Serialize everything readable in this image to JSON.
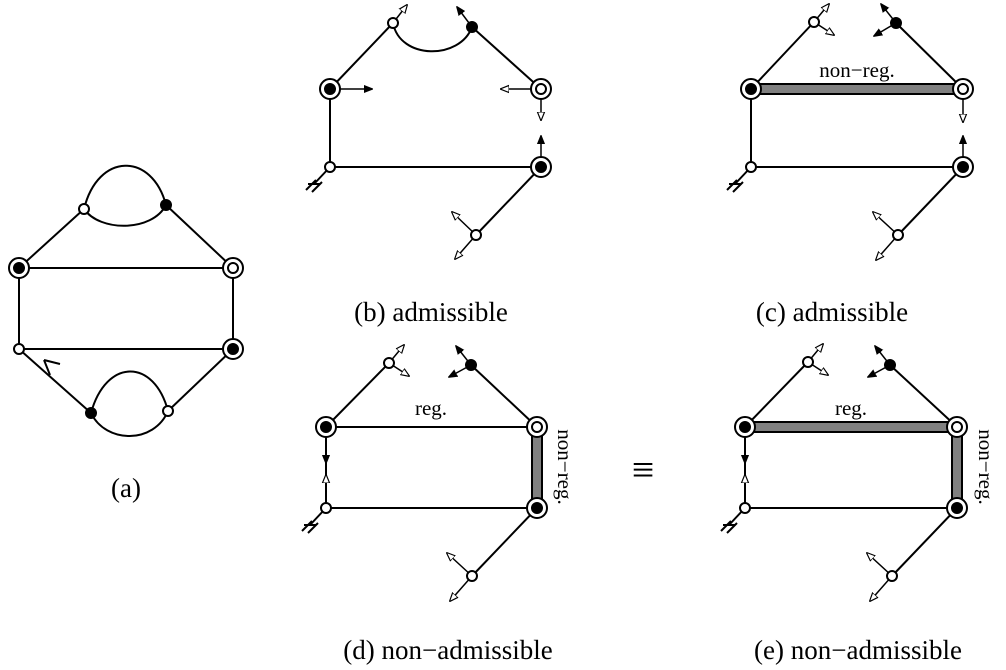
{
  "panels": {
    "a": {
      "caption": "(a)"
    },
    "b": {
      "caption": "(b)  admissible"
    },
    "c": {
      "caption": "(c)  admissible",
      "edge_label": "non−reg."
    },
    "d": {
      "caption": "(d)  non−admissible",
      "edge_label_top": "reg.",
      "edge_label_side": "non−reg."
    },
    "e": {
      "caption": "(e)  non−admissible",
      "edge_label_top": "reg.",
      "edge_label_side": "non−reg."
    }
  },
  "equivalence_symbol": "≡",
  "colors": {
    "stroke": "#000000",
    "highlight": "#808080",
    "background": "#ffffff"
  }
}
